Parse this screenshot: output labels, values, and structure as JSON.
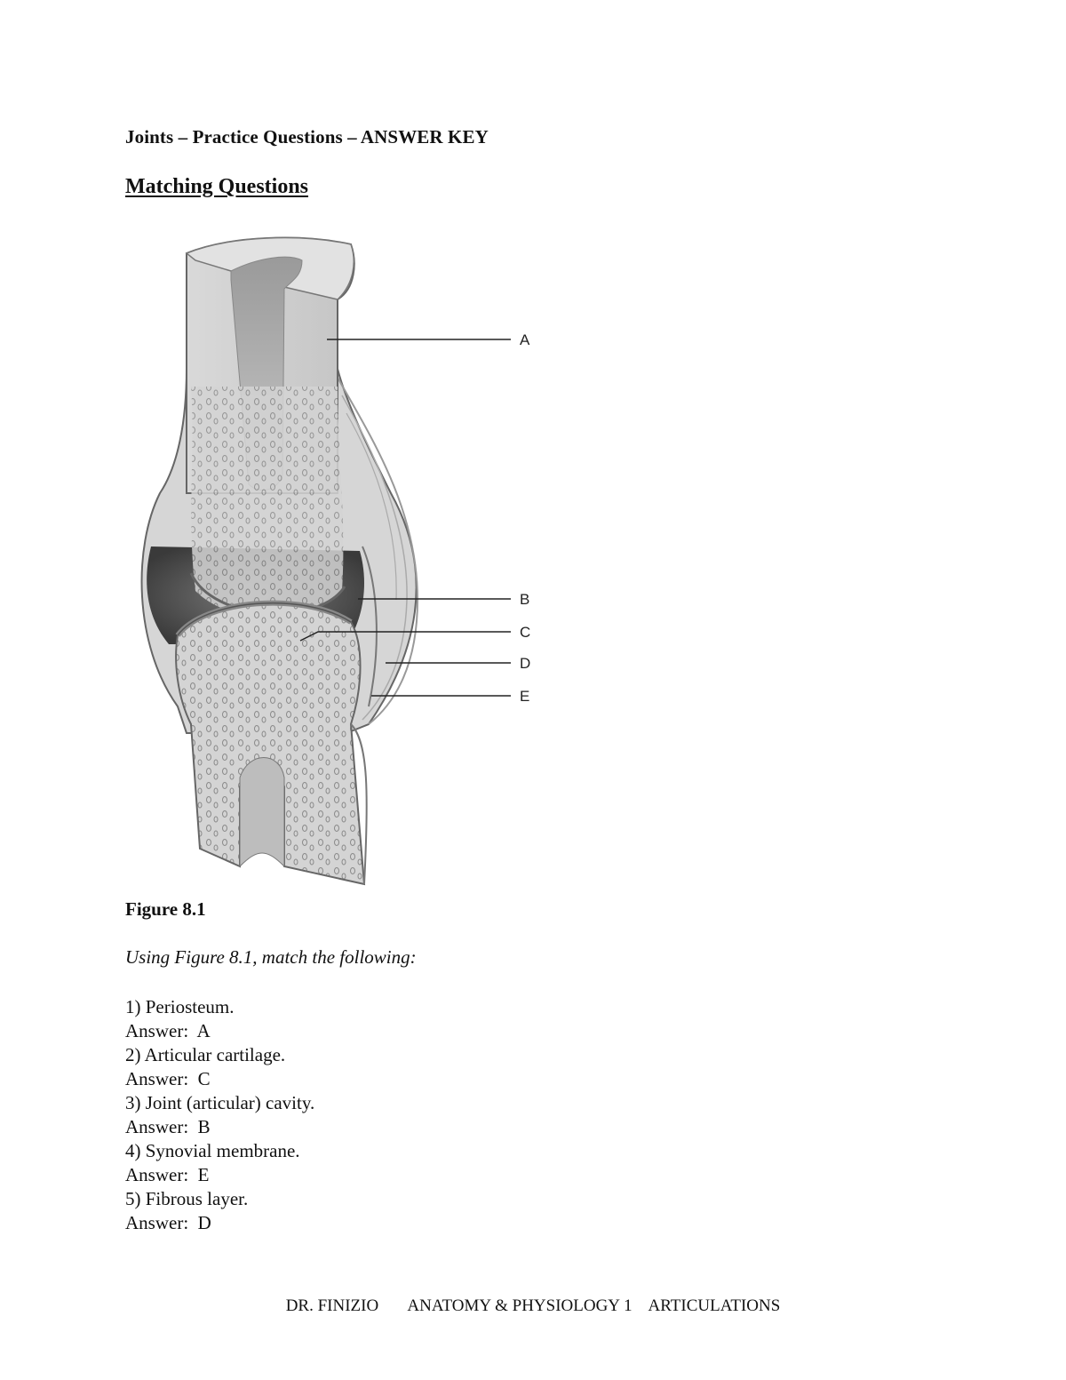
{
  "document": {
    "title": "Joints – Practice Questions – ANSWER KEY",
    "section_heading": "Matching Questions"
  },
  "figure": {
    "caption": "Figure 8.1",
    "description": "Cross-section illustration of a synovial joint",
    "labels": [
      "A",
      "B",
      "C",
      "D",
      "E"
    ]
  },
  "instruction": "Using Figure 8.1, match the following:",
  "questions": [
    {
      "question": "1) Periosteum.",
      "answer": "Answer:  A"
    },
    {
      "question": "2) Articular cartilage.",
      "answer": "Answer:  C"
    },
    {
      "question": "3) Joint (articular) cavity.",
      "answer": "Answer:  B"
    },
    {
      "question": "4) Synovial membrane.",
      "answer": "Answer:  E"
    },
    {
      "question": "5) Fibrous layer.",
      "answer": "Answer:  D"
    }
  ],
  "footer": {
    "author": "DR. FINIZIO",
    "course": "ANATOMY & PHYSIOLOGY 1",
    "topic": "ARTICULATIONS"
  }
}
